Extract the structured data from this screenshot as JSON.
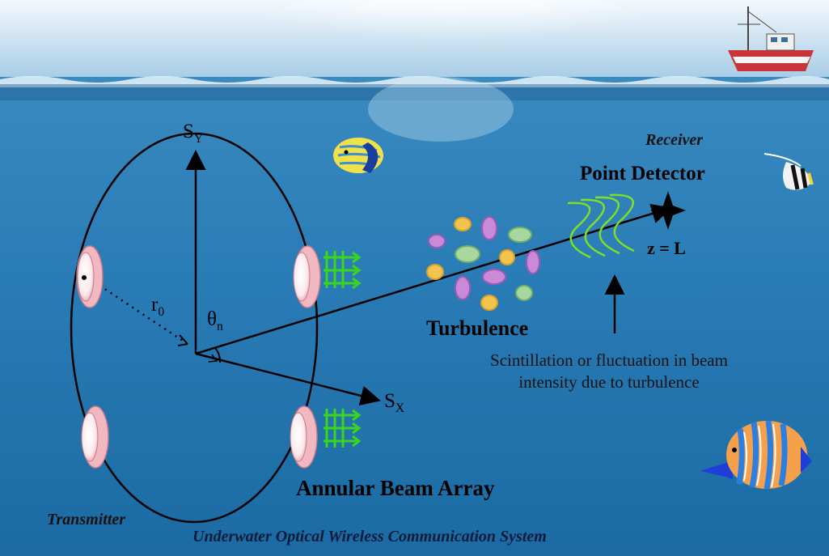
{
  "labels": {
    "receiver": "Receiver",
    "point_detector": "Point Detector",
    "z_distance": "z = L",
    "turbulence": "Turbulence",
    "scintillation": "Scintillation or fluctuation in beam intensity due to turbulence",
    "annular_array": "Annular Beam Array",
    "transmitter": "Transmitter",
    "system_title": "Underwater Optical Wireless Communication System",
    "axis_y_base": "S",
    "axis_y_sub": "Y",
    "axis_x_base": "S",
    "axis_x_sub": "X",
    "radius_base": "r",
    "radius_sub": "0",
    "angle_base": "θ",
    "angle_sub": "n"
  },
  "colors": {
    "sea_top": "#3f8fc3",
    "sea_bottom": "#1b6aa3",
    "sky": "#eaf4fb",
    "beam_arrows": "#3bd51f",
    "wave_fronts": "#7ddf28",
    "lens_rim": "#f2c8cf",
    "ellipse_line": "#000000"
  },
  "icons": {
    "boat": "fishing-boat-icon",
    "fish": [
      "angelfish-icon",
      "moorish-idol-fish-icon",
      "butterfly-fish-icon"
    ],
    "detector": "four-point-star-icon"
  }
}
